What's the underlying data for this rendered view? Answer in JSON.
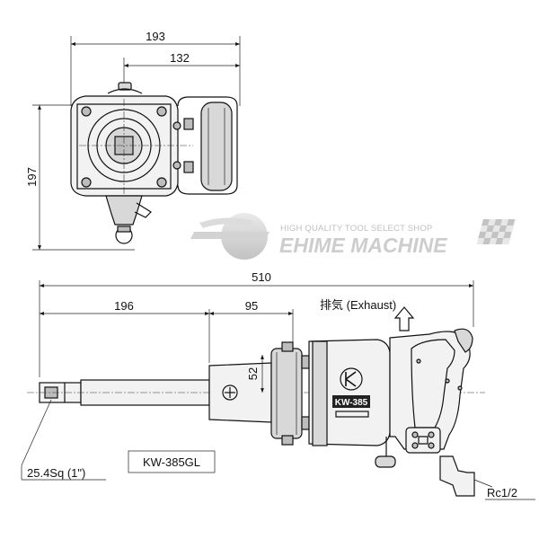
{
  "dimensions": {
    "top_width_total": "193",
    "top_width_inner": "132",
    "top_height": "197",
    "overall_length": "510",
    "anvil_length": "196",
    "body_front_length": "95",
    "front_diameter": "52"
  },
  "labels": {
    "exhaust": "排気 (Exhaust)",
    "square_drive": "25.4Sq (1\")",
    "model": "KW-385GL",
    "air_inlet": "Rc1/2",
    "body_mark": "KW-385"
  },
  "watermark": {
    "tagline": "HIGH QUALITY TOOL SELECT SHOP",
    "brand": "EHIME MACHINE"
  }
}
